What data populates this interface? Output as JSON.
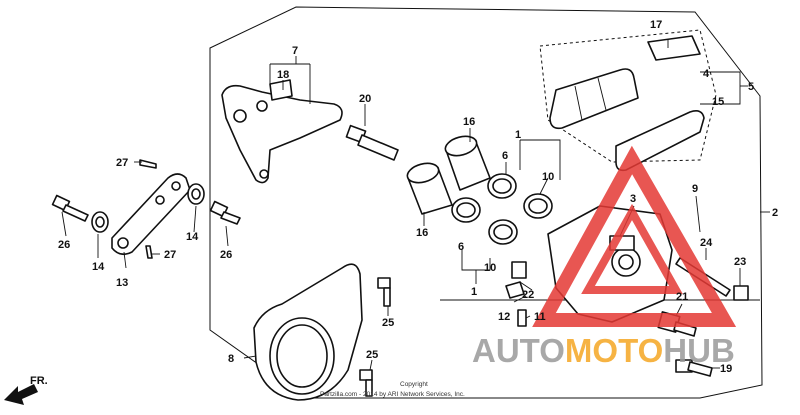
{
  "callouts": {
    "c1a": "1",
    "c1b": "1",
    "c2": "2",
    "c3": "3",
    "c4": "4",
    "c5": "5",
    "c6a": "6",
    "c6b": "6",
    "c7": "7",
    "c8": "8",
    "c9": "9",
    "c10a": "10",
    "c10b": "10",
    "c11": "11",
    "c12": "12",
    "c13": "13",
    "c14a": "14",
    "c14b": "14",
    "c15": "15",
    "c16a": "16",
    "c16b": "16",
    "c17": "17",
    "c18": "18",
    "c19": "19",
    "c20": "20",
    "c21": "21",
    "c22": "22",
    "c23": "23",
    "c24": "24",
    "c25a": "25",
    "c25b": "25",
    "c26a": "26",
    "c26b": "26",
    "c27a": "27",
    "c27b": "27"
  },
  "direction_label": "FR.",
  "copyright_line1": "Copyright",
  "copyright_line2": "Partzilla.com - 2014 by ARI Network Services, Inc.",
  "watermark": {
    "part1": "AUTO",
    "part2": "MOTO",
    "part3": "HUB"
  },
  "colors": {
    "watermark_gray": "#9a9a9a",
    "watermark_orange": "#f5a623",
    "watermark_red": "#e53935"
  }
}
